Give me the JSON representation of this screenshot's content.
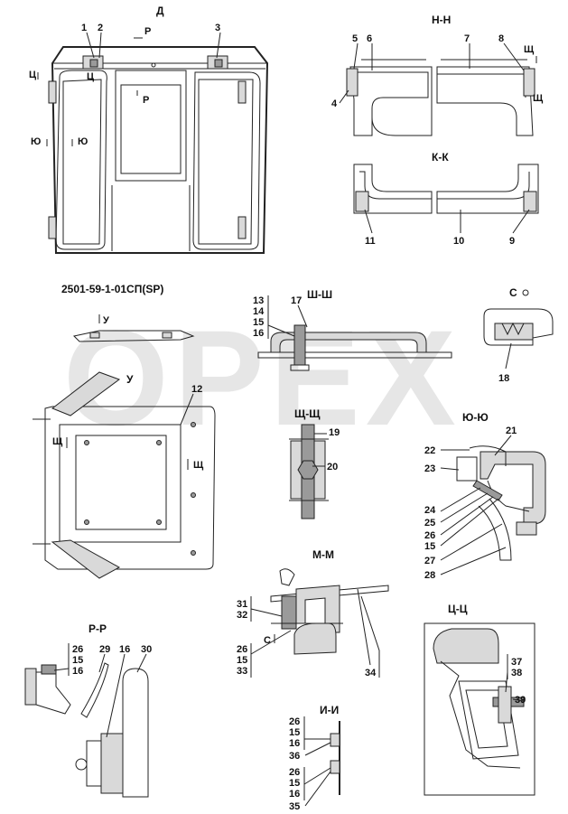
{
  "document": {
    "code": "2501-59-1-01СП(SP)",
    "watermark": "OPEX"
  },
  "views": {
    "D": "Д",
    "HH": "Н-Н",
    "KK": "К-К",
    "SHSH": "Ш-Ш",
    "SCHSCH": "Щ-Щ",
    "YUYU": "Ю-Ю",
    "MM": "М-М",
    "RR": "Р-Р",
    "TSTS": "Ц-Ц",
    "II": "И-И",
    "U": "У",
    "S": "С"
  },
  "markers": {
    "P": "Р",
    "TS": "Ц",
    "YU": "Ю",
    "SCH": "Щ",
    "U": "У",
    "S": "С"
  },
  "callouts": {
    "n1": "1",
    "n2": "2",
    "n3": "3",
    "n4": "4",
    "n5": "5",
    "n6": "6",
    "n7": "7",
    "n8": "8",
    "n9": "9",
    "n10": "10",
    "n11": "11",
    "n12": "12",
    "n13": "13",
    "n14": "14",
    "n15": "15",
    "n16": "16",
    "n17": "17",
    "n18": "18",
    "n19": "19",
    "n20": "20",
    "n21": "21",
    "n22": "22",
    "n23": "23",
    "n24": "24",
    "n25": "25",
    "n26": "26",
    "n27": "27",
    "n28": "28",
    "n29": "29",
    "n30": "30",
    "n31": "31",
    "n32": "32",
    "n33": "33",
    "n34": "34",
    "n35": "35",
    "n36": "36",
    "n37": "37",
    "n38": "38",
    "n39": "39"
  }
}
